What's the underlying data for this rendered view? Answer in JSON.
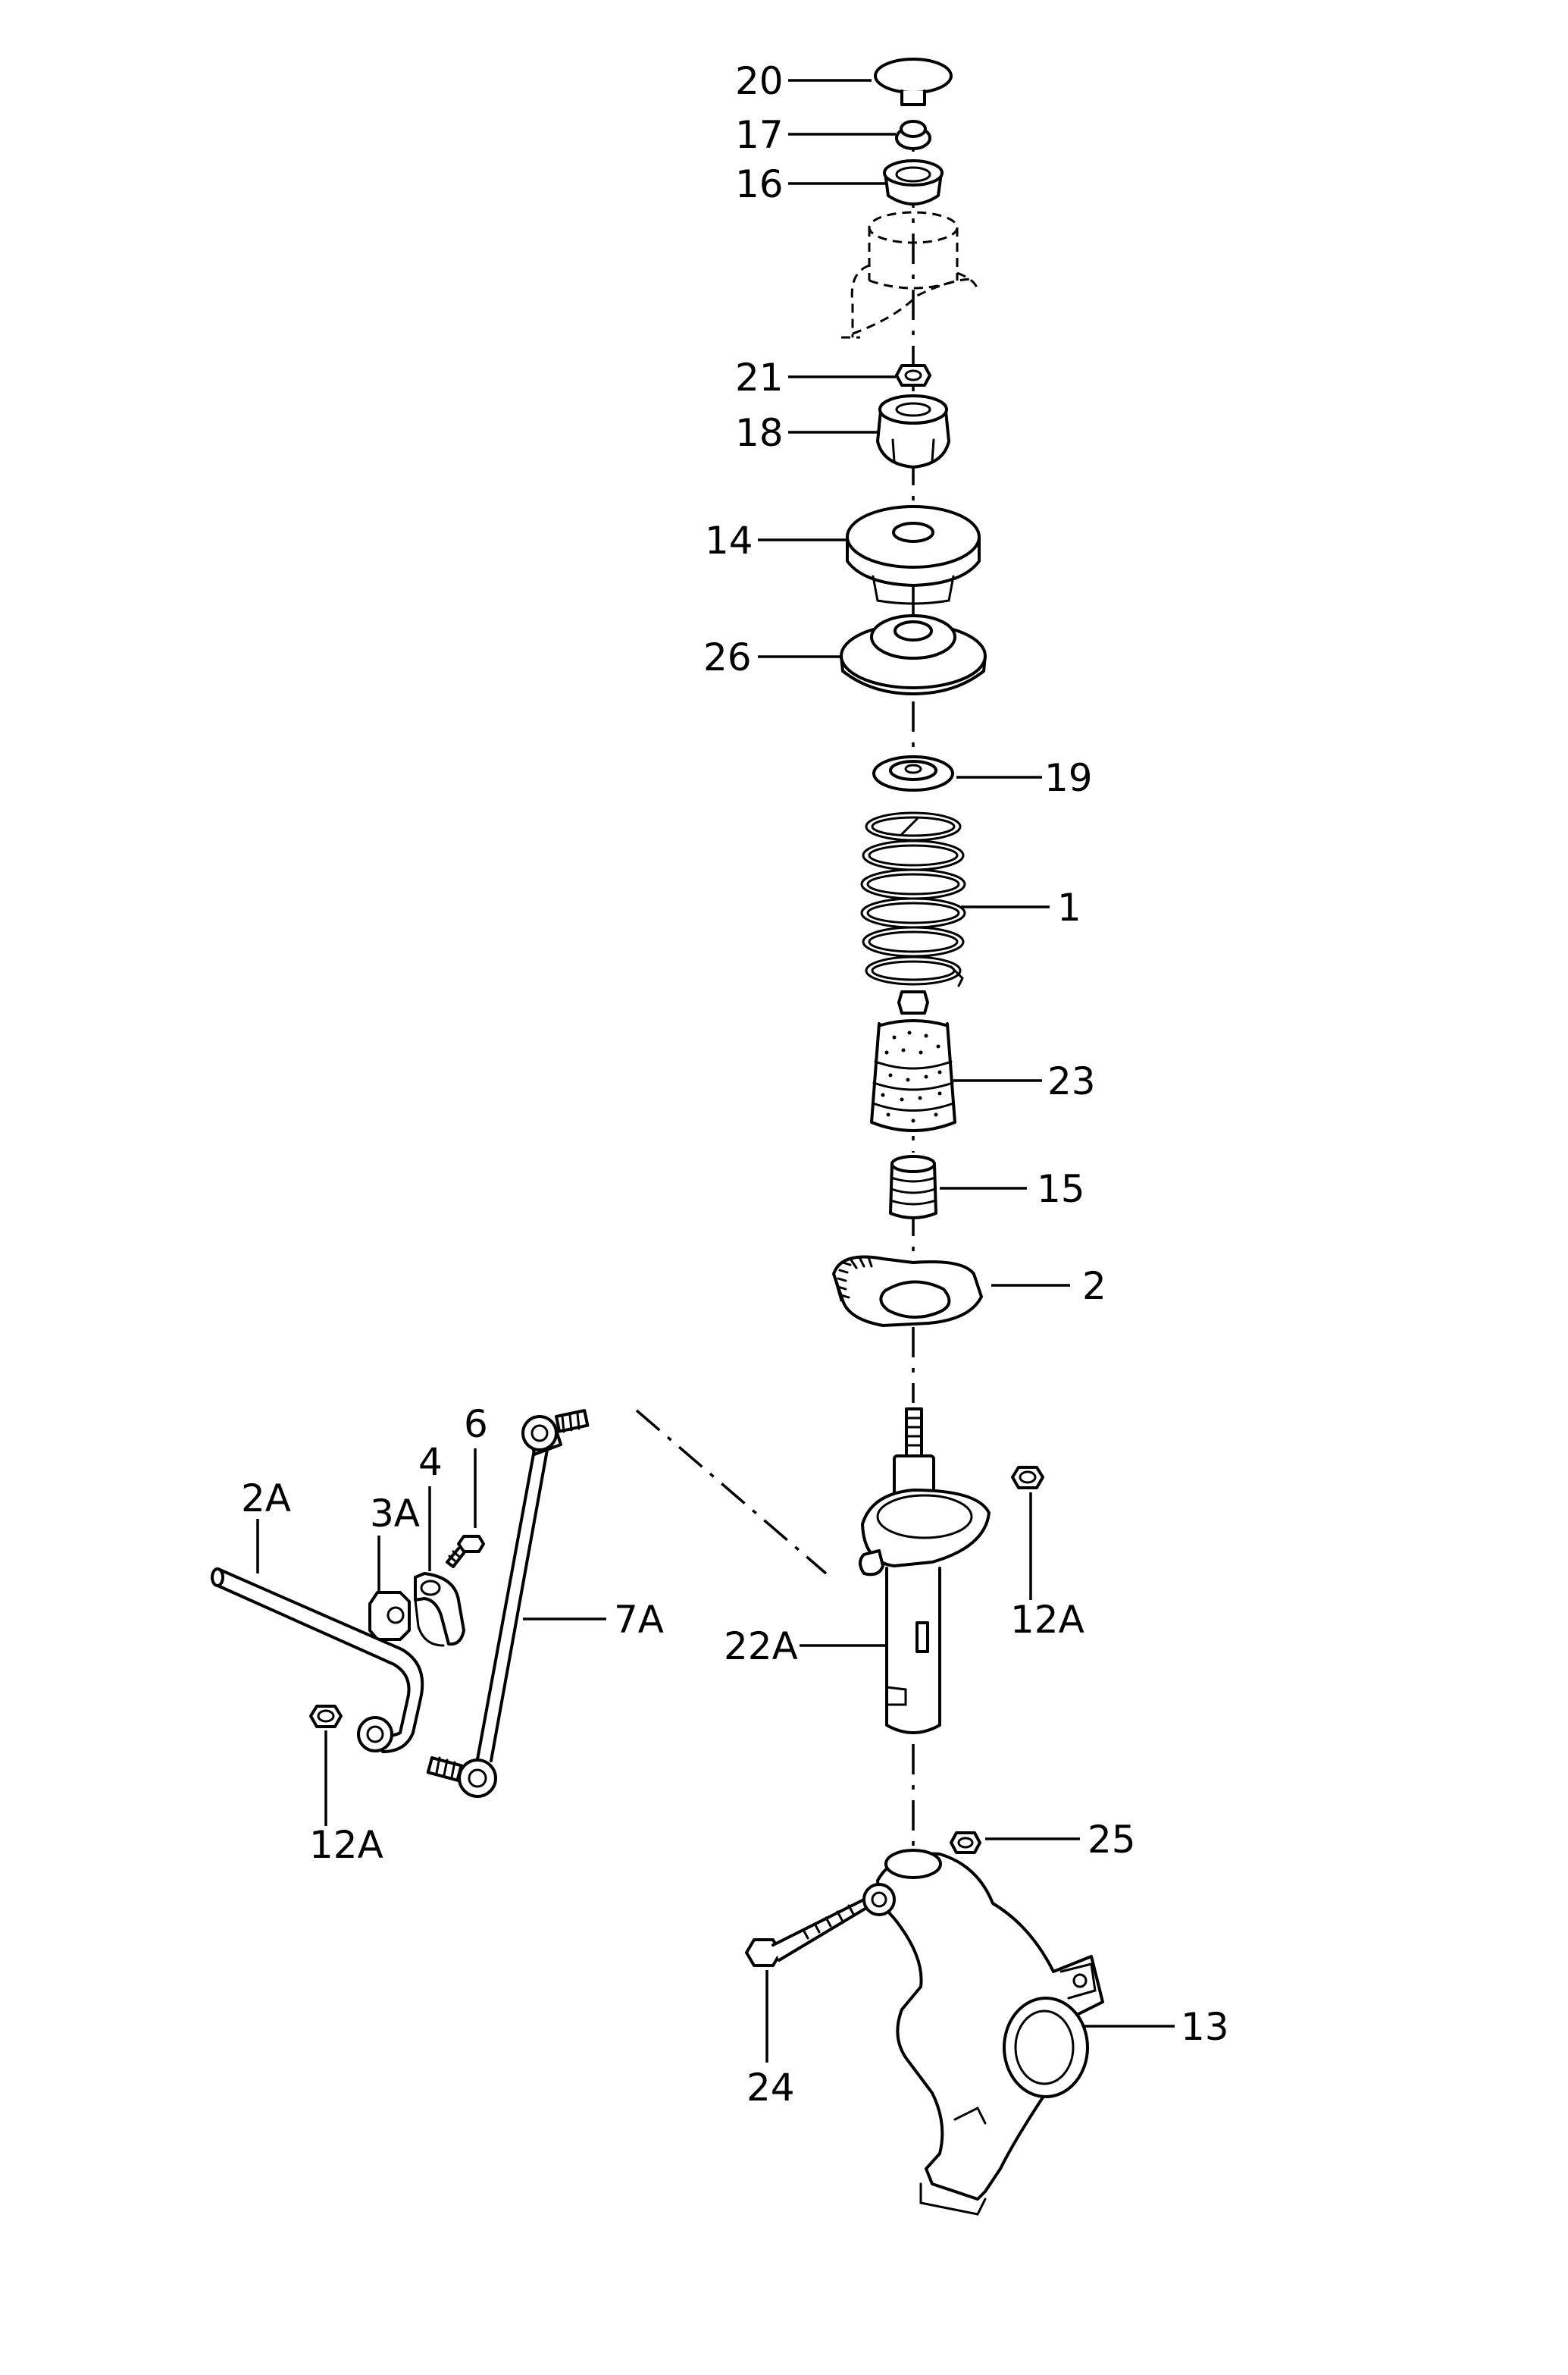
{
  "diagram": {
    "callouts": [
      {
        "id": "20",
        "label": "20"
      },
      {
        "id": "17",
        "label": "17"
      },
      {
        "id": "16",
        "label": "16"
      },
      {
        "id": "21",
        "label": "21"
      },
      {
        "id": "18",
        "label": "18"
      },
      {
        "id": "14",
        "label": "14"
      },
      {
        "id": "26",
        "label": "26"
      },
      {
        "id": "19",
        "label": "19"
      },
      {
        "id": "1",
        "label": "1"
      },
      {
        "id": "23",
        "label": "23"
      },
      {
        "id": "15",
        "label": "15"
      },
      {
        "id": "2",
        "label": "2"
      },
      {
        "id": "6",
        "label": "6"
      },
      {
        "id": "4",
        "label": "4"
      },
      {
        "id": "2A",
        "label": "2A"
      },
      {
        "id": "3A",
        "label": "3A"
      },
      {
        "id": "7A",
        "label": "7A"
      },
      {
        "id": "12A-right",
        "label": "12A"
      },
      {
        "id": "22A",
        "label": "22A"
      },
      {
        "id": "12A-left",
        "label": "12A"
      },
      {
        "id": "25",
        "label": "25"
      },
      {
        "id": "13",
        "label": "13"
      },
      {
        "id": "24",
        "label": "24"
      }
    ]
  }
}
